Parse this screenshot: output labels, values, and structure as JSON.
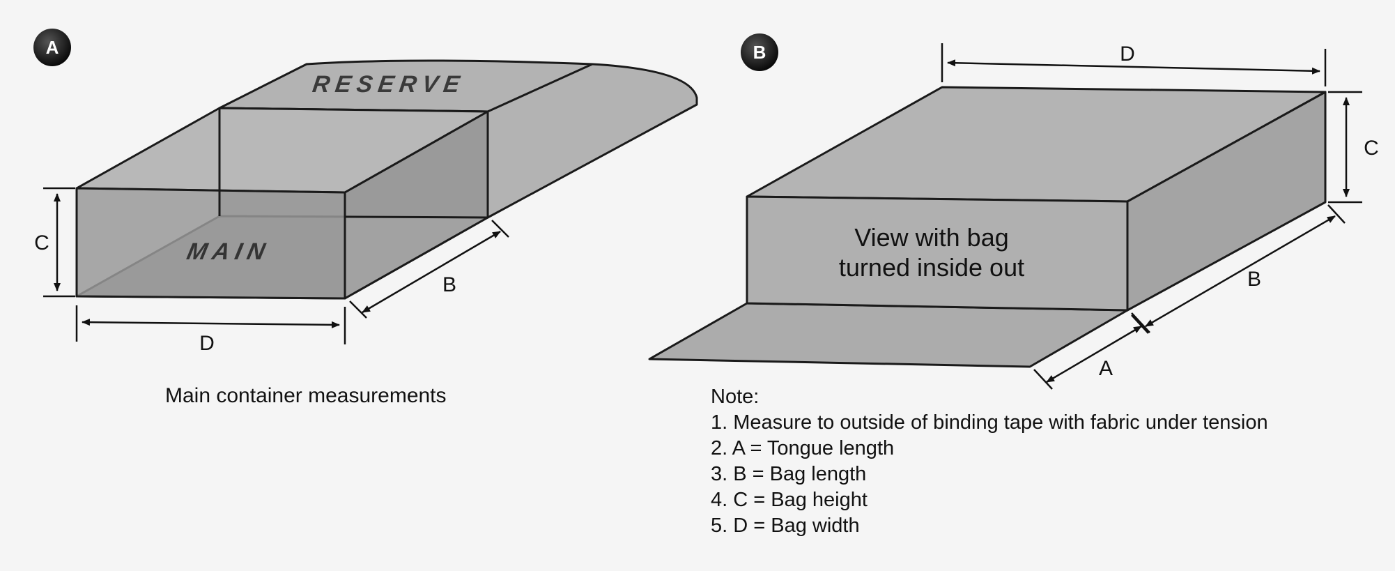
{
  "panel_a": {
    "badge": "A",
    "reserve_label": "RESERVE",
    "main_label": "MAIN",
    "dim_c": "C",
    "dim_b": "B",
    "dim_d": "D",
    "caption": "Main container measurements"
  },
  "panel_b": {
    "badge": "B",
    "dim_d": "D",
    "dim_c": "C",
    "dim_b": "B",
    "dim_a": "A",
    "inside_line1": "View with bag",
    "inside_line2": "turned inside out"
  },
  "notes": {
    "heading": "Note:",
    "items": [
      "1.  Measure to outside of binding tape with fabric under tension",
      "2.  A = Tongue length",
      "3.  B = Bag length",
      "4.  C = Bag height",
      "5.  D = Bag width"
    ]
  },
  "colors": {
    "background": "#f5f5f5",
    "fill_light": "#b5b5b5",
    "fill_mid": "#a8a8a8",
    "fill_dark": "#969696",
    "badge": "#111111"
  }
}
